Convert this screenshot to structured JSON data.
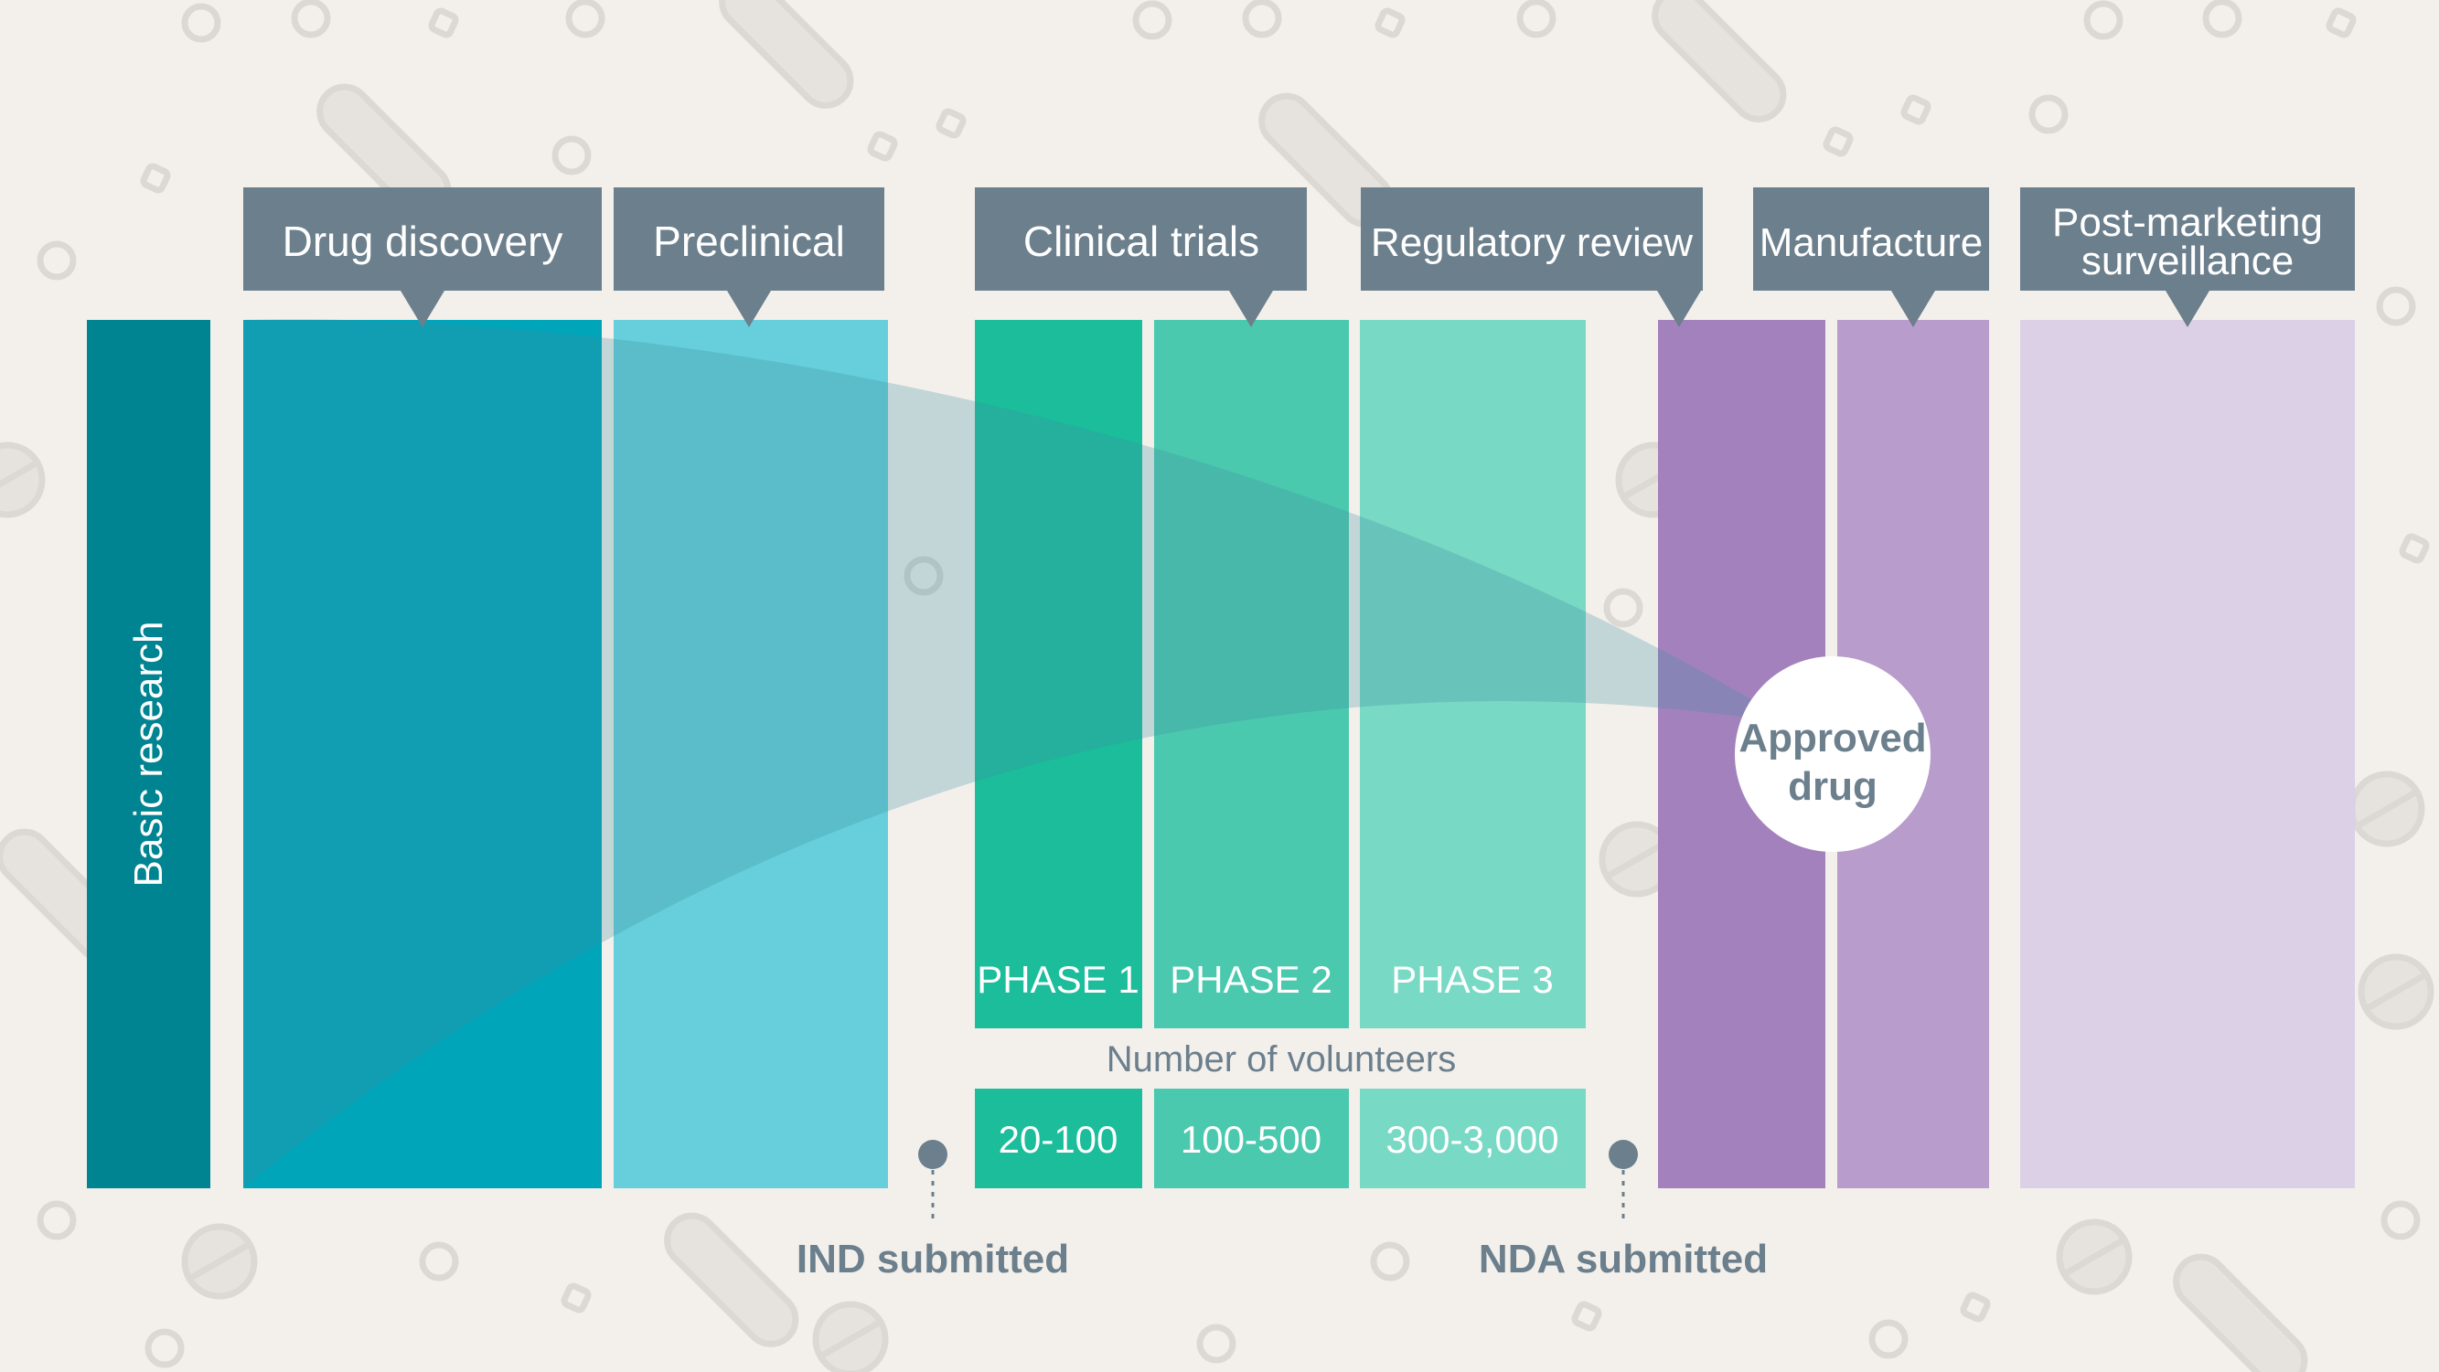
{
  "colors": {
    "background": "#f3f0ec",
    "pattern": "#e6e3df",
    "pattern_stroke": "#dcd8d3",
    "callout": "#6c7f8c",
    "basic_research": "#008491",
    "drug_discovery": "#00a5b9",
    "preclinical": "#66cfdb",
    "phase1": "#1bbd9b",
    "phase2": "#4ac9ae",
    "phase3": "#78d9c5",
    "regulatory": "#a381bd",
    "manufacture": "#b89ccb",
    "post_marketing": "#dcd0e7",
    "milestone": "#6c7f8c",
    "text_light": "#ffffff",
    "text_dark": "#6c7f8c"
  },
  "stages": {
    "basic_research": "Basic research",
    "drug_discovery": "Drug discovery",
    "preclinical": "Preclinical",
    "clinical_trials": "Clinical trials",
    "regulatory_review": "Regulatory review",
    "manufacture": "Manufacture",
    "post_marketing_line1": "Post-marketing",
    "post_marketing_line2": "surveillance"
  },
  "phases": [
    {
      "label": "PHASE 1",
      "volunteers": "20-100"
    },
    {
      "label": "PHASE 2",
      "volunteers": "100-500"
    },
    {
      "label": "PHASE 3",
      "volunteers": "300-3,000"
    }
  ],
  "volunteers_caption": "Number of volunteers",
  "approved": {
    "line1": "Approved",
    "line2": "drug"
  },
  "milestones": {
    "ind": "IND submitted",
    "nda": "NDA submitted"
  }
}
